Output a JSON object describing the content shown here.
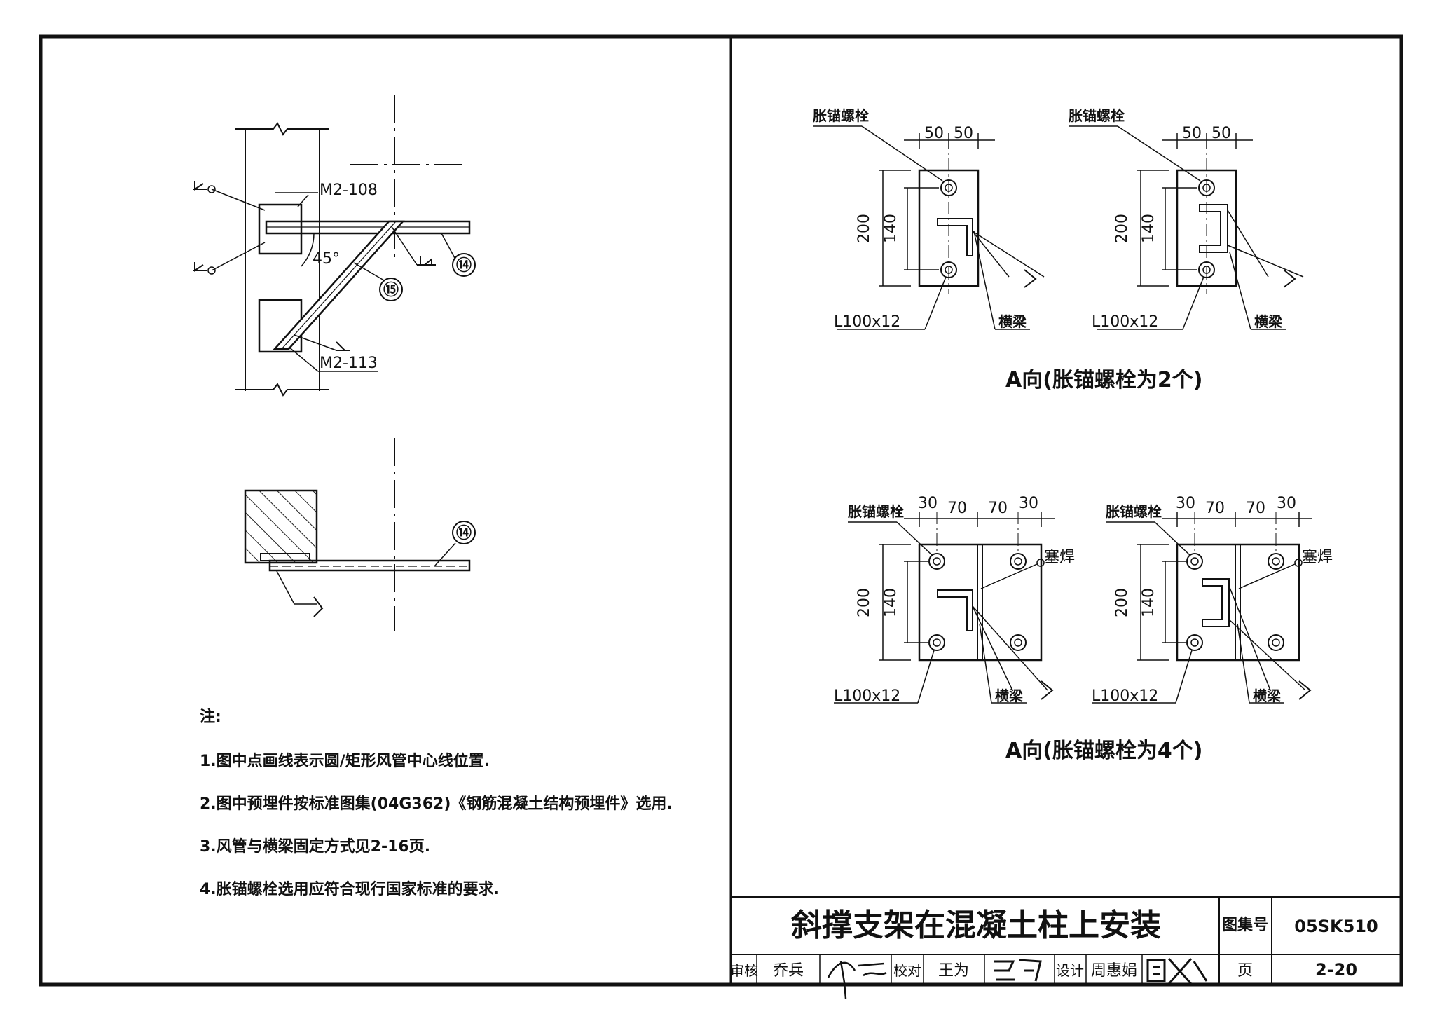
{
  "left_elevation": {
    "embed_top": "M2-108",
    "embed_bottom": "M2-113",
    "angle": "45°",
    "part_beam": "⑭",
    "part_brace": "⑮"
  },
  "left_plan": {
    "part_beam": "⑭"
  },
  "notes": {
    "heading": "注:",
    "items": [
      "1.图中点画线表示圆/矩形风管中心线位置.",
      "2.图中预埋件按标准图集(04G362)《钢筋混凝土结构预埋件》选用.",
      "3.风管与横梁固定方式见2-16页.",
      "4.胀锚螺栓选用应符合现行国家标准的要求."
    ]
  },
  "view_2bolt": {
    "caption": "A向(胀锚螺栓为2个)",
    "bolt_label": "胀锚螺栓",
    "dim_top": [
      "50",
      "50"
    ],
    "dim_h_outer": "200",
    "dim_h_inner": "140",
    "angle_label": "L100x12",
    "beam_label": "横梁"
  },
  "view_4bolt": {
    "caption": "A向(胀锚螺栓为4个)",
    "bolt_label": "胀锚螺栓",
    "dim_top": [
      "30",
      "70",
      "70",
      "30"
    ],
    "dim_h_outer": "200",
    "dim_h_inner": "140",
    "angle_label": "L100x12",
    "beam_label": "横梁",
    "weld_label": "塞焊"
  },
  "title_block": {
    "title": "斜撑支架在混凝土柱上安装",
    "atlas_no_label": "图集号",
    "atlas_no": "05SK510",
    "review_label": "审核",
    "review_name": "乔兵",
    "check_label": "校对",
    "check_name": "王为",
    "design_label": "设计",
    "design_name": "周惠娟",
    "page_label": "页",
    "page_no": "2-20"
  }
}
